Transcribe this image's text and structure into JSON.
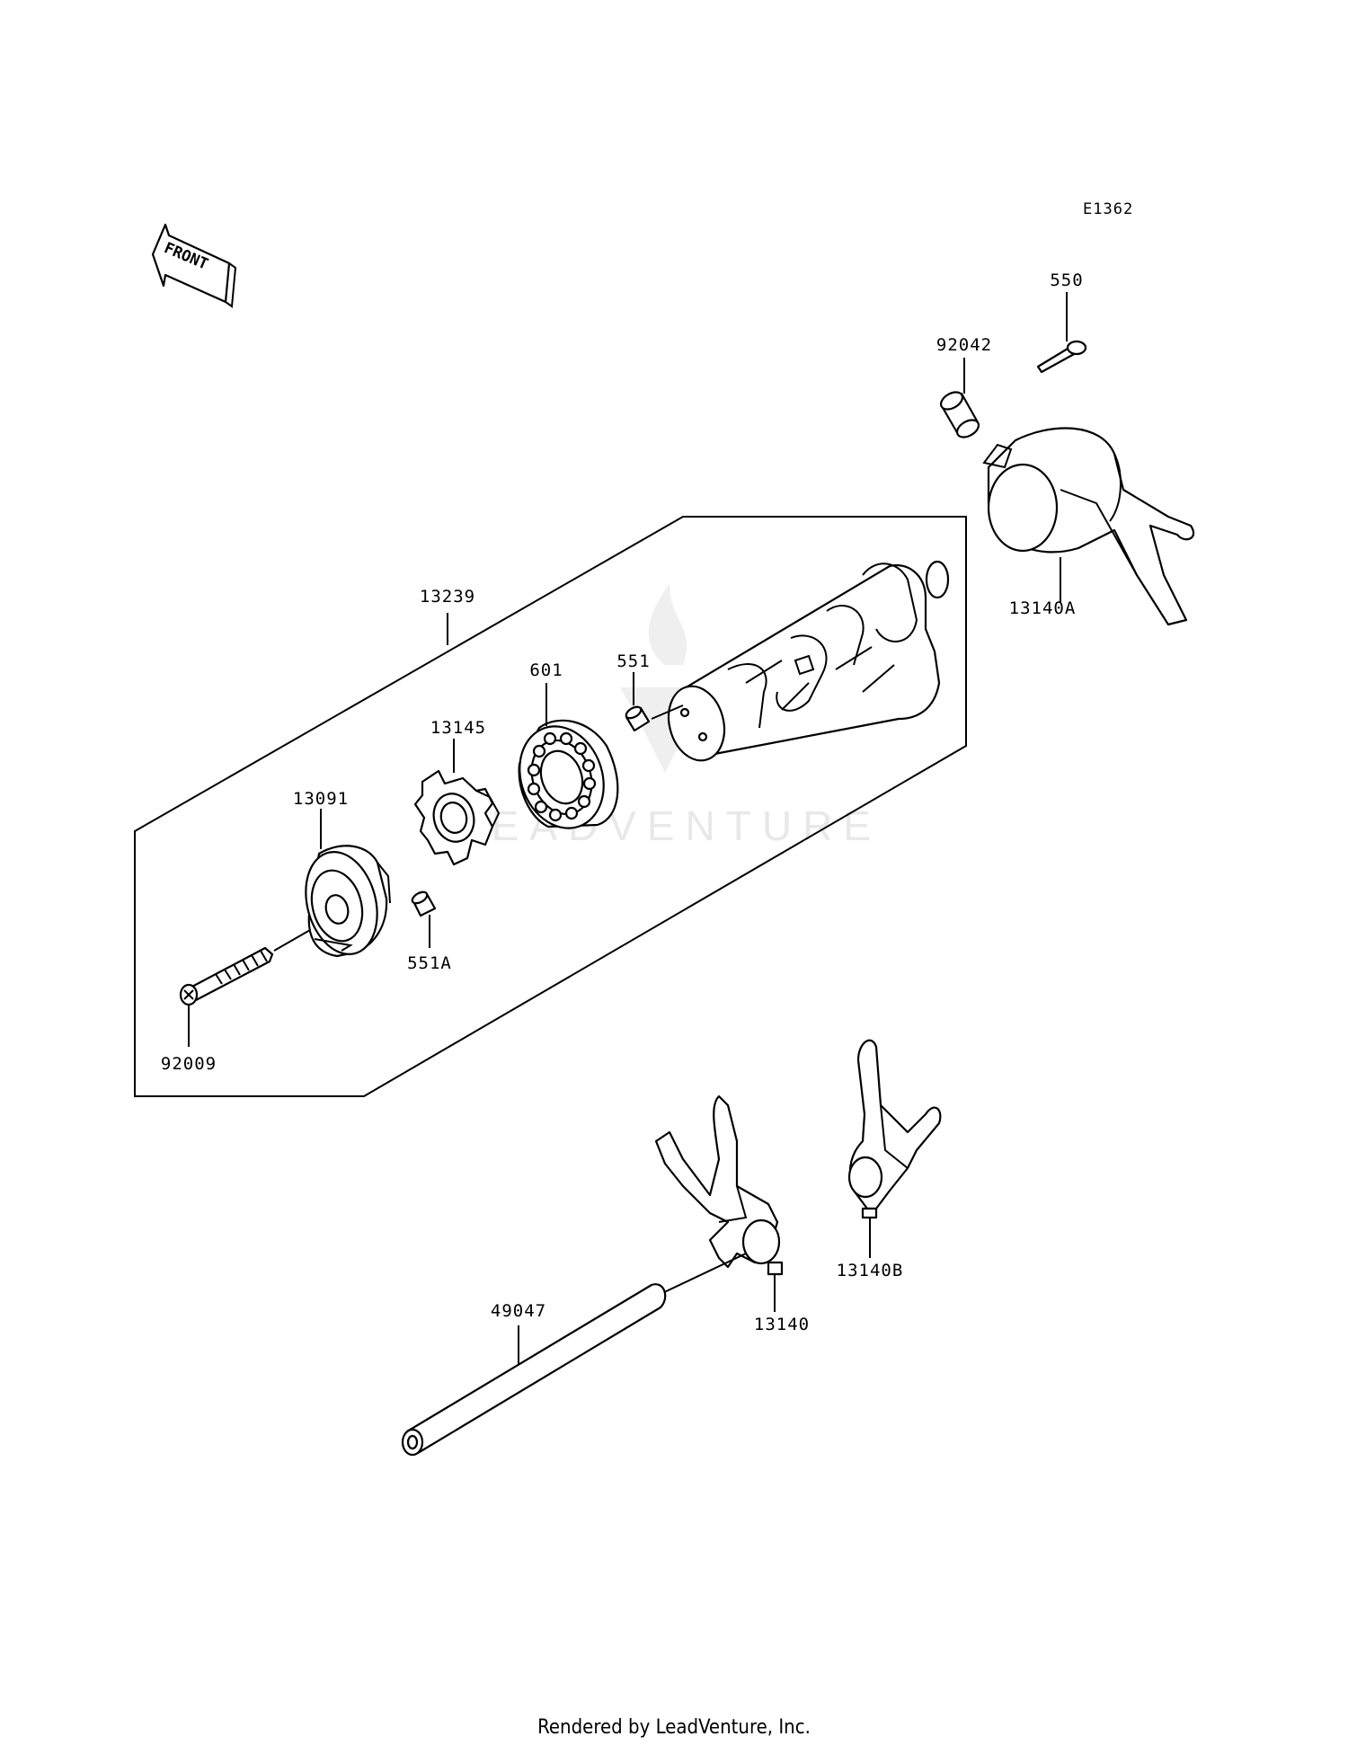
{
  "diagram": {
    "ref_code": "E1362",
    "front_label": "FRONT",
    "watermark": "LEADVENTURE",
    "parts": {
      "p550": "550",
      "p92042": "92042",
      "p13140A": "13140A",
      "p13239": "13239",
      "p601": "601",
      "p551": "551",
      "p13145": "13145",
      "p13091": "13091",
      "p551A": "551A",
      "p92009": "92009",
      "p49047": "49047",
      "p13140": "13140",
      "p13140B": "13140B"
    }
  },
  "footer": {
    "rendered_by": "Rendered by LeadVenture, Inc."
  }
}
